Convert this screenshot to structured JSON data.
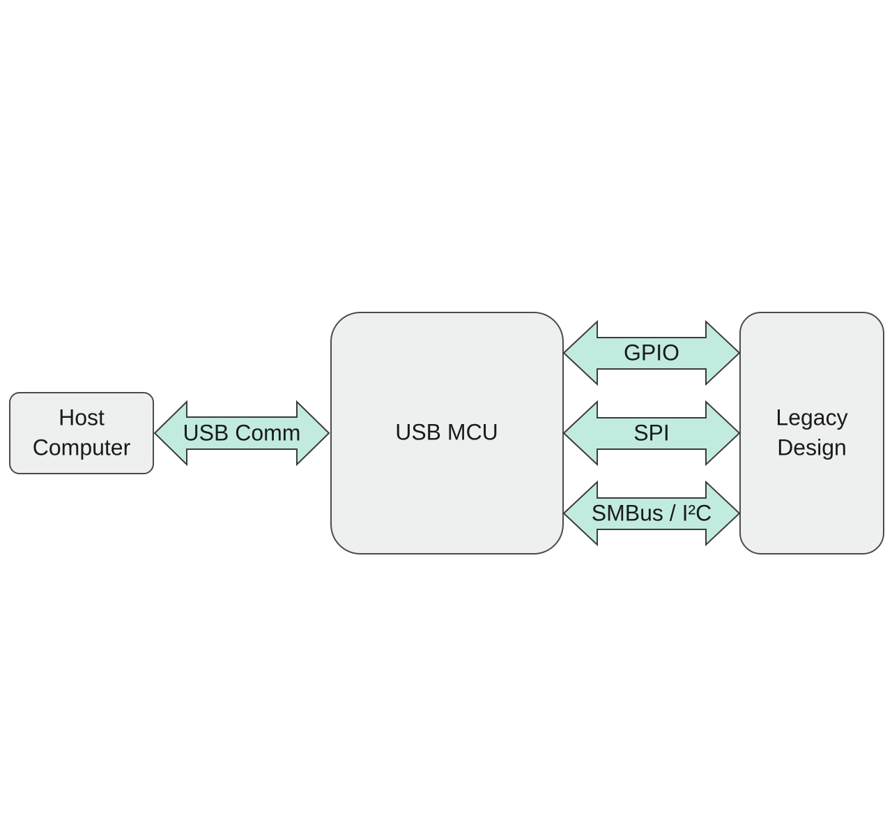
{
  "blocks": {
    "host": {
      "line1": "Host",
      "line2": "Computer"
    },
    "mcu": {
      "label": "USB MCU"
    },
    "legacy": {
      "line1": "Legacy",
      "line2": "Design"
    }
  },
  "links": {
    "usb": "USB Comm",
    "gpio": "GPIO",
    "spi": "SPI",
    "smbus": "SMBus / I²C"
  },
  "colors": {
    "block_fill": "#eeefef",
    "arrow_fill": "#c2ebe0",
    "outline": "#3a3a3a"
  }
}
